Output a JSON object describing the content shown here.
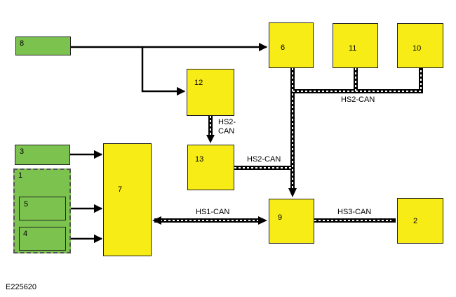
{
  "blocks": {
    "b1": "1",
    "b2": "2",
    "b3": "3",
    "b4": "4",
    "b5": "5",
    "b6": "6",
    "b7": "7",
    "b8": "8",
    "b9": "9",
    "b10": "10",
    "b11": "11",
    "b12": "12",
    "b13": "13"
  },
  "labels": {
    "hs2_can_vertical_line1": "HS2-",
    "hs2_can_vertical_line2": "CAN",
    "hs2_can_13": "HS2-CAN",
    "hs2_can_top": "HS2-CAN",
    "hs1_can": "HS1-CAN",
    "hs3_can": "HS3-CAN"
  },
  "figure_ref": "E225620",
  "colors": {
    "module": "#f7ec16",
    "input": "#7cc24e",
    "line": "#000000"
  }
}
